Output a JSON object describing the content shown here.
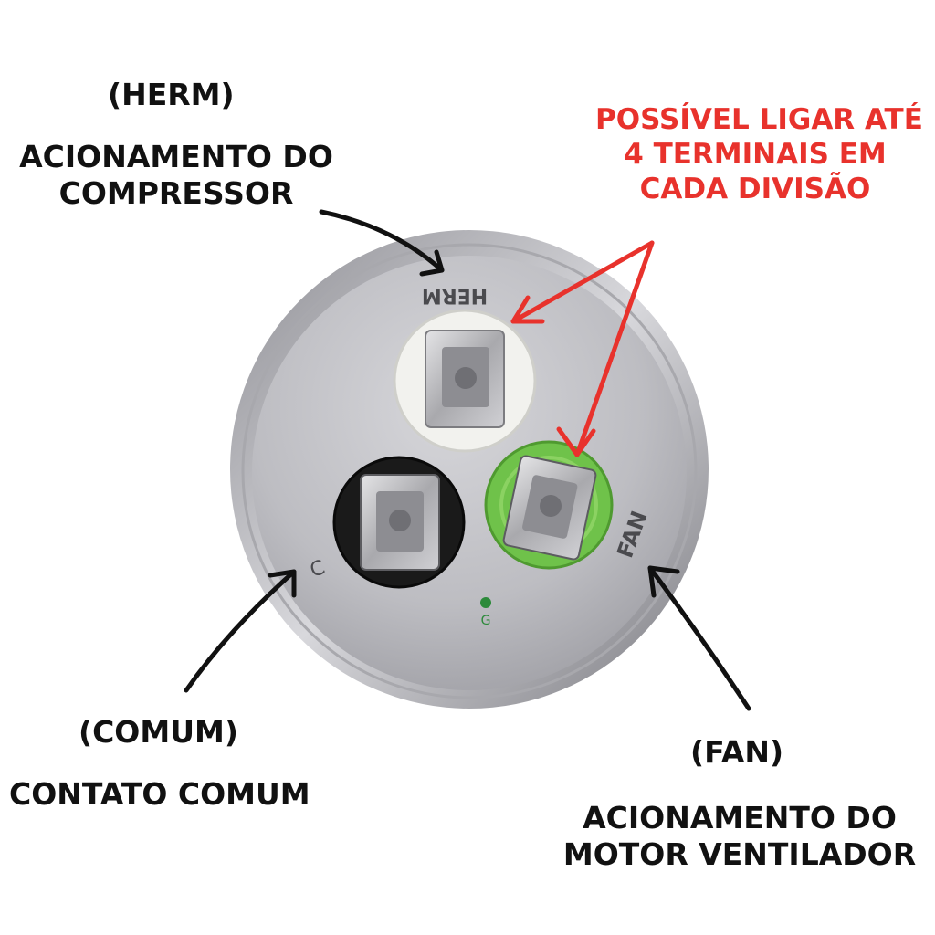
{
  "labels": {
    "herm_code": "(HERM)",
    "herm_desc_1": "ACIONAMENTO DO",
    "herm_desc_2": "COMPRESSOR",
    "note_1": "POSSÍVEL LIGAR ATÉ",
    "note_2": "4 TERMINAIS EM",
    "note_3": "CADA DIVISÃO",
    "comum_code": "(COMUM)",
    "comum_desc": "CONTATO COMUM",
    "fan_code": "(FAN)",
    "fan_desc_1": "ACIONAMENTO DO",
    "fan_desc_2": "MOTOR VENTILADOR"
  },
  "capacitor": {
    "herm_mark": "HERM",
    "fan_mark": "FAN",
    "common_mark": "C",
    "ground_mark": "G"
  },
  "colors": {
    "note_red": "#e8322c",
    "herm_terminal": "#f2f2ee",
    "common_terminal": "#1a1a1a",
    "fan_terminal": "#6fc24a",
    "can_metal": "#b8b8bc"
  }
}
